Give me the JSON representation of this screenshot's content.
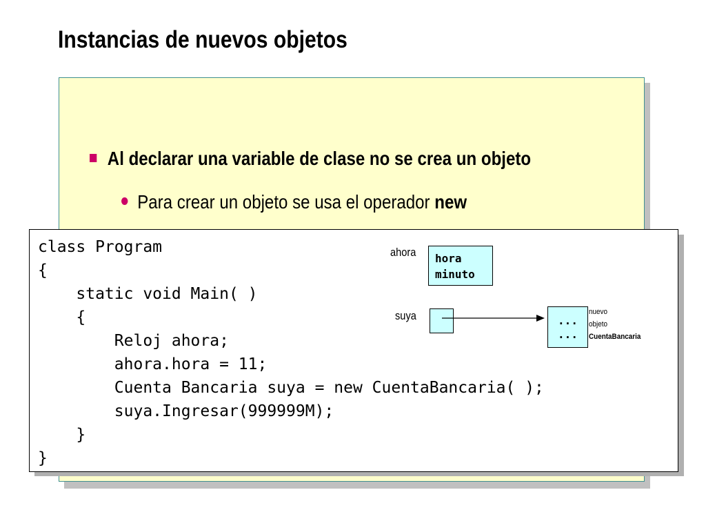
{
  "slide": {
    "title": "Instancias de nuevos objetos"
  },
  "bullets": {
    "main": "Al declarar una variable de clase no se crea un objeto",
    "sub_text": "Para crear un objeto se usa el operador ",
    "sub_bold": "new"
  },
  "code": {
    "lines": [
      "class Program",
      "{",
      "    static void Main( )",
      "    {",
      "        Reloj ahora;",
      "        ahora.hora = 11;",
      "        Cuenta Bancaria suya = new CuentaBancaria( );",
      "        suya.Ingresar(999999M);",
      "    }",
      "}"
    ]
  },
  "diagram": {
    "ahora_label": "ahora",
    "ahora_fields": [
      "hora",
      "minuto"
    ],
    "suya_label": "suya",
    "object_fields": [
      "...",
      "..."
    ],
    "object_caption": [
      "nuevo",
      "objeto",
      "CuentaBancaria"
    ]
  },
  "colors": {
    "bullet": "#cc0066",
    "panel_background": "#ffffcc",
    "box_fill": "#ccffff"
  }
}
